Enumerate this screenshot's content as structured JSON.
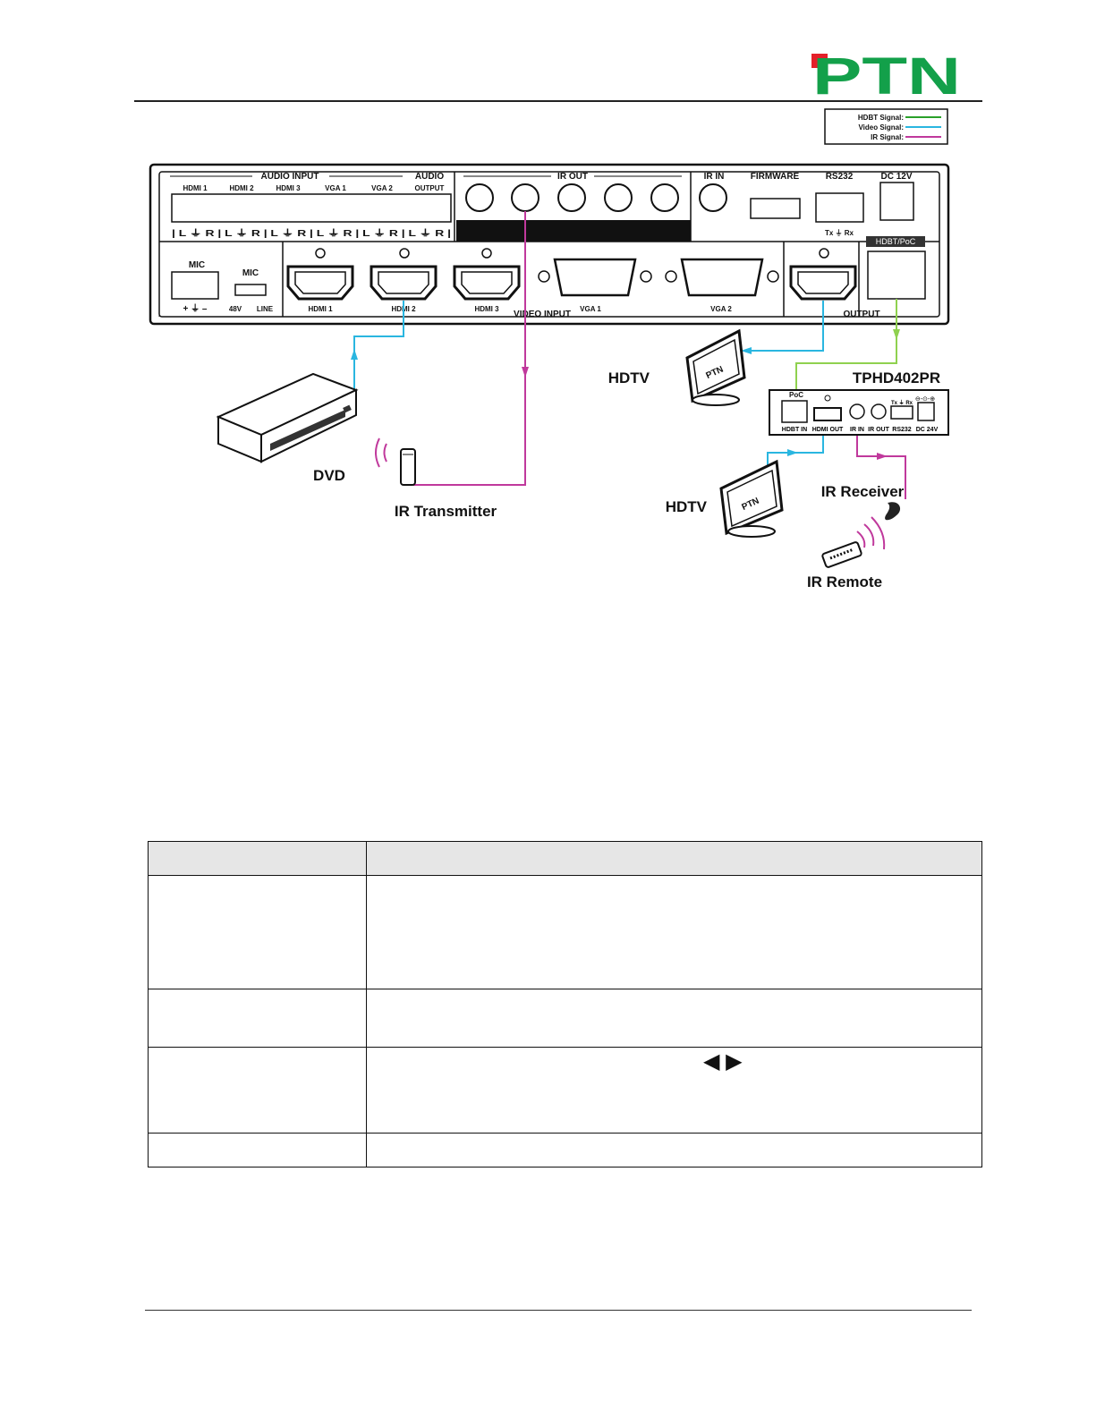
{
  "logo": {
    "text": "PTN",
    "red": "#e4202a",
    "green": "#13a04a"
  },
  "legend": [
    {
      "label": "HDBT Signal:",
      "color": "#2aa02a"
    },
    {
      "label": "Video Signal:",
      "color": "#2ab6e0"
    },
    {
      "label": "IR Signal:",
      "color": "#c0399c"
    }
  ],
  "panel": {
    "audio_input": "AUDIO INPUT",
    "audio_sources": [
      "HDMI 1",
      "HDMI 2",
      "HDMI 3",
      "VGA 1",
      "VGA 2"
    ],
    "audio_output": [
      "AUDIO",
      "OUTPUT"
    ],
    "audio_pins": "| L  ⏚  R | L  ⏚  R | L  ⏚  R | L  ⏚  R | L  ⏚  R | L  ⏚  R |",
    "ir_out": "IR OUT",
    "ir_in": "IR IN",
    "firmware": "FIRMWARE",
    "rs232": "RS232",
    "rs232_pins": "Tx  ⏚  Rx",
    "dc": "DC 12V",
    "hdbt_poc": "HDBT/PoC",
    "mic": "MIC",
    "mic_pins": "+  ⏚  –",
    "mic_switch": "MIC",
    "mic_switch_opts": [
      "48V",
      "LINE"
    ],
    "hdmi_inputs": [
      "HDMI 1",
      "HDMI 2",
      "HDMI 3"
    ],
    "video_input": "VIDEO INPUT",
    "vga_inputs": [
      "VGA 1",
      "VGA 2"
    ],
    "output": "OUTPUT"
  },
  "devices": {
    "hdtv_1": "HDTV",
    "tv_brand": "PTN",
    "receiver_model": "TPHD402PR",
    "hdtv_2": "HDTV",
    "dvd": "DVD",
    "ir_transmitter": "IR Transmitter",
    "ir_receiver": "IR Receiver",
    "ir_remote": "IR Remote"
  },
  "receiver": {
    "poc": "PoC",
    "ports": [
      "HDBT IN",
      "HDMI OUT",
      "IR IN",
      "IR OUT",
      "RS232",
      "DC 24V"
    ],
    "rs232_pins": "Tx ⏚ Rx"
  },
  "table": {
    "arrows_glyph": "◀ ▶"
  }
}
